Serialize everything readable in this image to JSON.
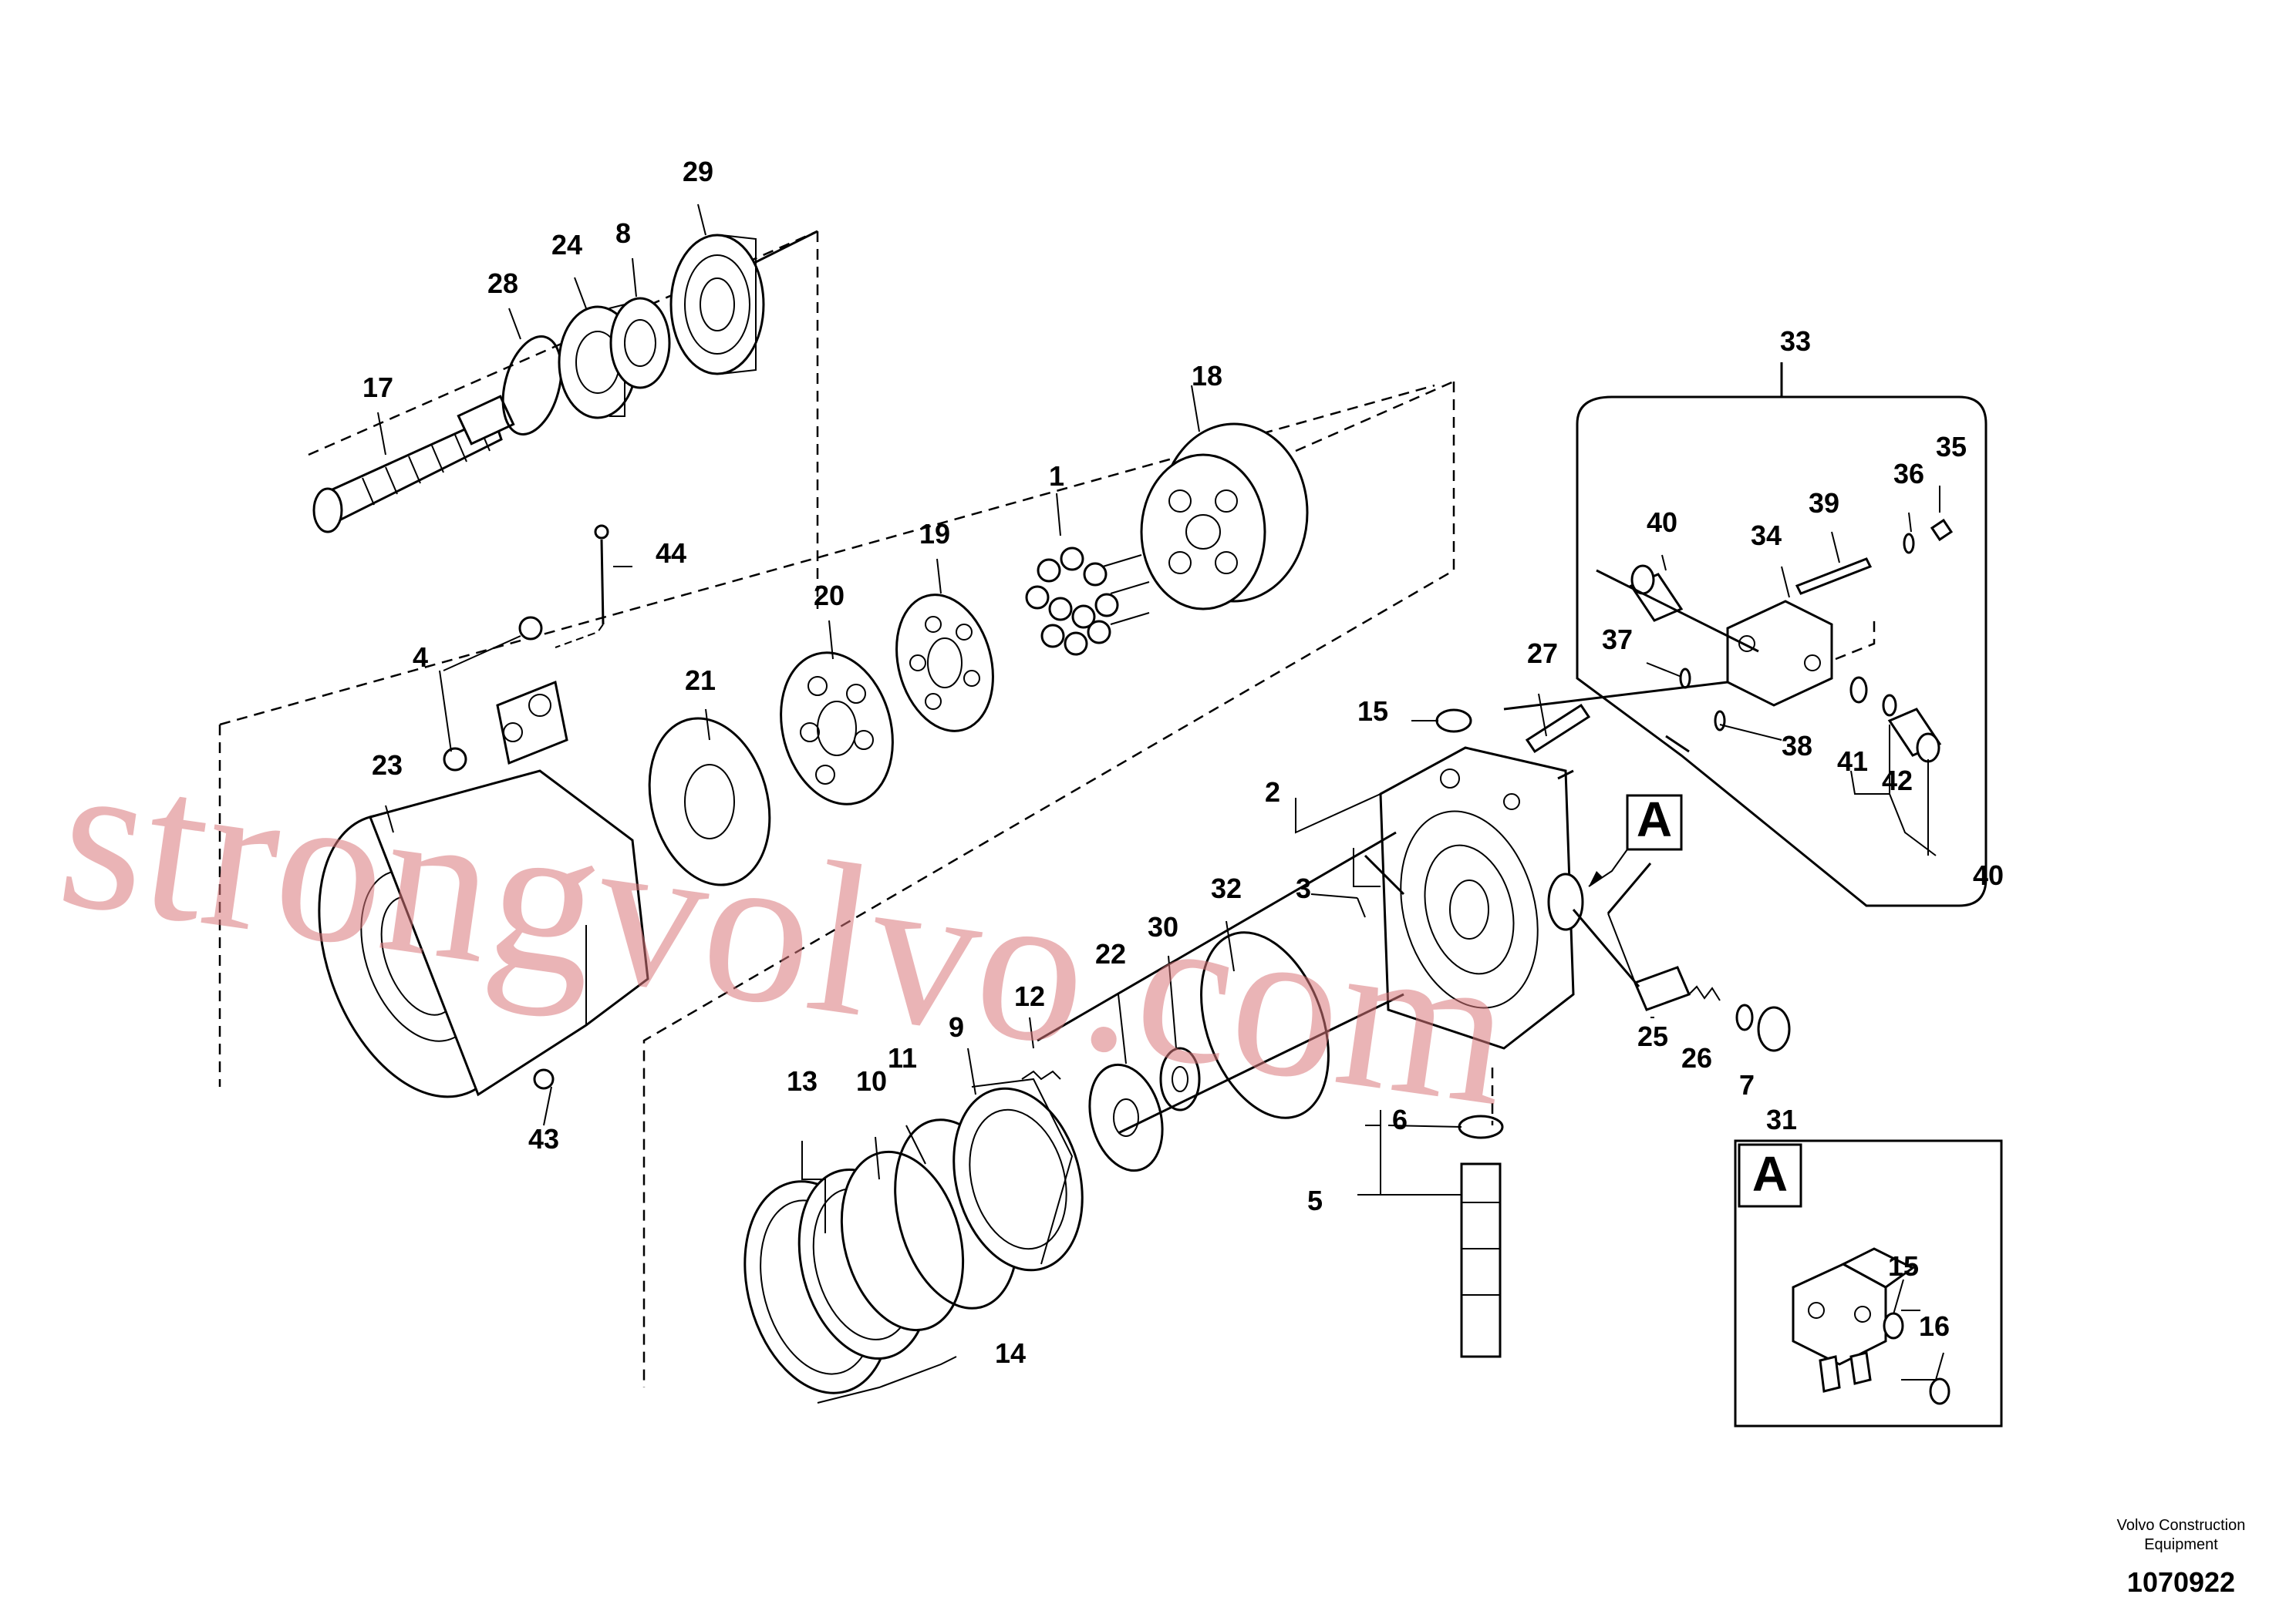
{
  "diagram": {
    "callouts": [
      "1",
      "2",
      "3",
      "4",
      "5",
      "6",
      "7",
      "8",
      "9",
      "10",
      "11",
      "12",
      "13",
      "14",
      "15",
      "16",
      "17",
      "18",
      "19",
      "20",
      "21",
      "22",
      "23",
      "24",
      "25",
      "26",
      "27",
      "28",
      "29",
      "30",
      "31",
      "32",
      "33",
      "34",
      "35",
      "36",
      "37",
      "38",
      "39",
      "40",
      "41",
      "42",
      "43",
      "44"
    ],
    "detail_marker": "A",
    "watermark": "strongvolvo.com",
    "credit_line1": "Volvo Construction",
    "credit_line2": "Equipment",
    "drawing_number": "1070922"
  }
}
